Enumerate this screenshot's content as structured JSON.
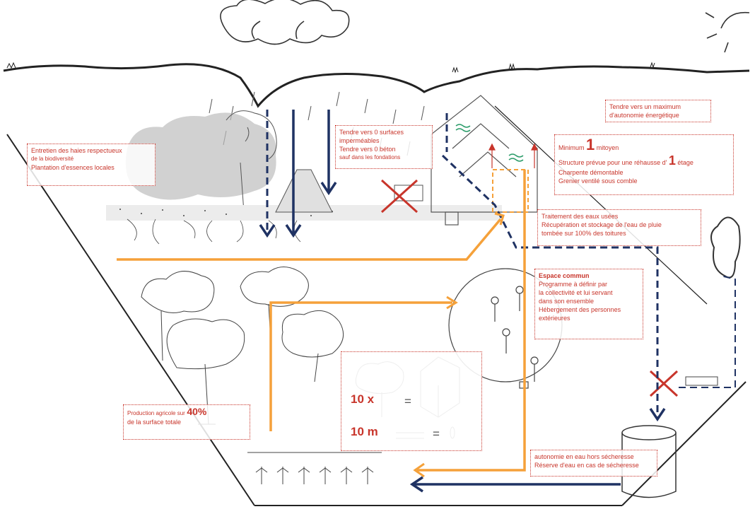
{
  "notes": {
    "hedges": {
      "line1": "Entretien des haies respectueux",
      "line2": "de la biodiversité",
      "line3": "Plantation d'essences locales"
    },
    "surfaces": {
      "line1": "Tendre vers 0 surfaces",
      "line2": "imperméables",
      "line3": "Tendre vers 0 béton",
      "line4": "sauf dans les fondations"
    },
    "energy": {
      "line1": "Tendre vers un maximum",
      "line2": "d'autonomie énergétique"
    },
    "structure": {
      "min_prefix": "Minimum",
      "min_number": "1",
      "min_suffix": "mitoyen",
      "raise_prefix": "Structure prévue pour une réhausse d'",
      "raise_number": "1",
      "raise_suffix": "étage",
      "line3": "Charpente démontable",
      "line4": "Grenier ventilé sous comble"
    },
    "water_treatment": {
      "line1": "Traitement des eaux usées",
      "line2": "Récupération et stockage de l'eau de pluie",
      "line3": "tombée sur 100% des toitures"
    },
    "common_space": {
      "line1": "Espace commun",
      "line2": "Programme à définir par",
      "line3": "la collectivité et lui servant",
      "line4": "dans son ensemble",
      "line5": "Hébergement des personnes",
      "line6": "extérieures"
    },
    "agri": {
      "prefix": "Production agricole sur",
      "value": "40%",
      "line2": "de la surface totale"
    },
    "water_autonomy": {
      "line1": "autonomie en eau hors sécheresse",
      "line2": "Réserve d'eau en cas de sécheresse"
    }
  },
  "equivalence": {
    "row1_label": "10 x",
    "row2_label": "10 m",
    "equals": "="
  },
  "colors": {
    "annotation_red": "#c8352b",
    "orange_flow": "#f5a13a",
    "navy_flow": "#1f3263",
    "sketch_ink": "#333333"
  }
}
